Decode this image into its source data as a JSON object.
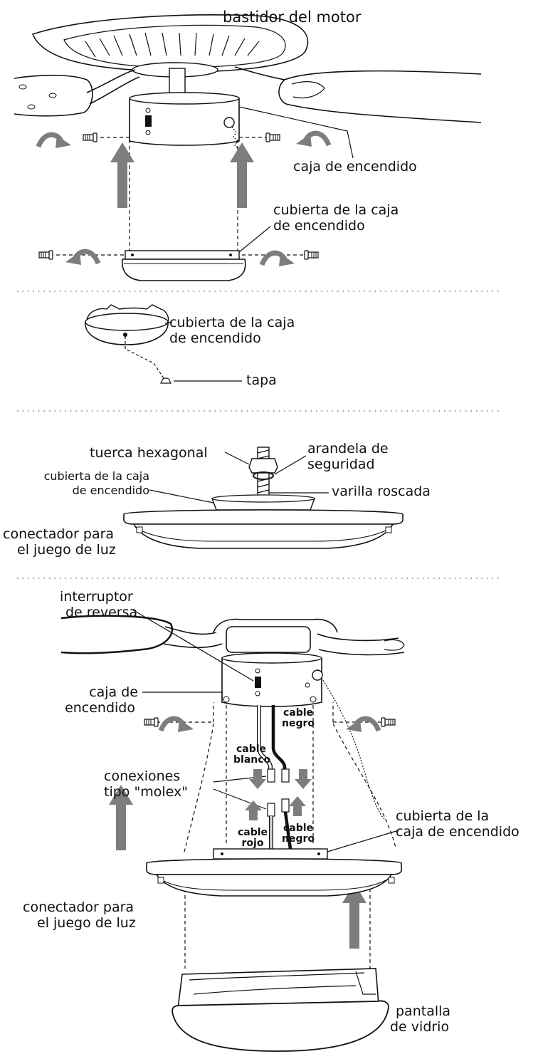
{
  "colors": {
    "arrow": "#7d7d7d",
    "line": "#111111",
    "shade": "#e6e6e6",
    "divider": "#9a9a9a"
  },
  "panel1": {
    "motor_housing": "bastidor del motor",
    "switch_housing": "caja de encendido",
    "switch_housing_cover": [
      "cubierta de la caja",
      "de encendido"
    ]
  },
  "panel2": {
    "switch_housing_cover": [
      "cubierta de la caja",
      "de encendido"
    ],
    "cap": "tapa"
  },
  "panel3": {
    "hex_nut": "tuerca hexagonal",
    "lock_washer": [
      "arandela de",
      "seguridad"
    ],
    "switch_housing_cover": [
      "cubierta de la caja",
      "de encendido"
    ],
    "threaded_rod": "varilla roscada",
    "light_kit_connector": [
      "conectador para",
      "el juego de luz"
    ]
  },
  "panel4": {
    "reverse_switch": [
      "interruptor",
      "de reversa"
    ],
    "switch_housing": [
      "caja de",
      "encendido"
    ],
    "black_wire_top": [
      "cable",
      "negro"
    ],
    "white_wire": [
      "cable",
      "blanco"
    ],
    "molex": [
      "conexiones",
      "tipo \"molex\""
    ],
    "red_wire": [
      "cable",
      "rojo"
    ],
    "black_wire_bottom": [
      "cable",
      "negro"
    ],
    "switch_housing_cover": [
      "cubierta de la",
      "caja de encendido"
    ],
    "light_kit_connector": [
      "conectador para",
      "el juego de luz"
    ],
    "glass_shade": [
      "pantalla",
      "de vidrio"
    ]
  }
}
